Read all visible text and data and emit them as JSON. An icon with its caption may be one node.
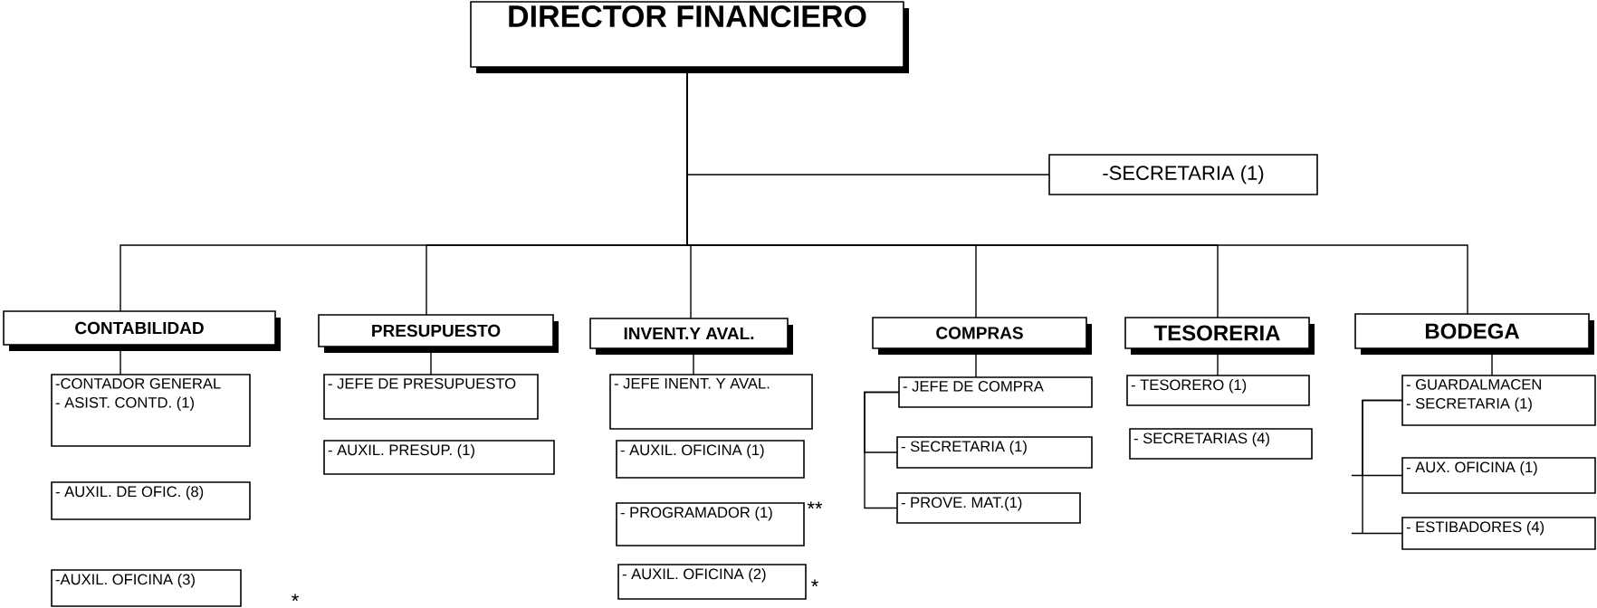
{
  "diagram": {
    "nodes": [
      {
        "text": [
          "DIRECTOR FINANCIERO"
        ]
      },
      {
        "text": [
          "-SECRETARIA (1)"
        ]
      },
      {
        "text": [
          "CONTABILIDAD"
        ]
      },
      {
        "text": [
          "PRESUPUESTO"
        ]
      },
      {
        "text": [
          "INVENT.Y AVAL."
        ]
      },
      {
        "text": [
          "COMPRAS"
        ]
      },
      {
        "text": [
          "TESORERIA"
        ]
      },
      {
        "text": [
          "BODEGA"
        ]
      },
      {
        "text": [
          "-CONTADOR GENERAL",
          "- ASIST. CONTD. (1)"
        ]
      },
      {
        "text": [
          "- AUXIL. DE OFIC. (8)"
        ]
      },
      {
        "text": [
          "-AUXIL. OFICINA (3)"
        ],
        "beside": [
          "*"
        ]
      },
      {
        "text": [
          "- JEFE DE PRESUPUESTO"
        ]
      },
      {
        "text": [
          "- AUXIL. PRESUP. (1)"
        ]
      },
      {
        "text": [
          "- JEFE INENT. Y AVAL."
        ]
      },
      {
        "text": [
          "- AUXIL. OFICINA (1)"
        ]
      },
      {
        "text": [
          "- PROGRAMADOR (1)"
        ],
        "beside": [
          "**"
        ]
      },
      {
        "text": [
          "- AUXIL. OFICINA (2)"
        ],
        "beside": [
          "*"
        ]
      },
      {
        "text": [
          "- JEFE DE COMPRA"
        ]
      },
      {
        "text": [
          "- SECRETARIA (1)"
        ]
      },
      {
        "text": [
          "- PROVE. MAT.(1)"
        ]
      },
      {
        "text": [
          "- TESORERO (1)"
        ]
      },
      {
        "text": [
          "- SECRETARIAS (4)"
        ]
      },
      {
        "text": [
          "- GUARDALMACEN",
          "- SECRETARIA (1)"
        ]
      },
      {
        "text": [
          "- AUX. OFICINA (1)"
        ]
      },
      {
        "text": [
          "- ESTIBADORES (4)"
        ]
      }
    ],
    "edges": [
      {
        "from": 0,
        "to": 1,
        "arrow": "none"
      },
      {
        "from": 0,
        "to": 2,
        "arrow": "none"
      },
      {
        "from": 0,
        "to": 3,
        "arrow": "none"
      },
      {
        "from": 0,
        "to": 4,
        "arrow": "none"
      },
      {
        "from": 0,
        "to": 5,
        "arrow": "none"
      },
      {
        "from": 0,
        "to": 6,
        "arrow": "none"
      },
      {
        "from": 0,
        "to": 7,
        "arrow": "none"
      },
      {
        "from": 2,
        "to": 8,
        "arrow": "none"
      },
      {
        "from": 3,
        "to": 11,
        "arrow": "none"
      },
      {
        "from": 4,
        "to": 13,
        "arrow": "none"
      },
      {
        "from": 5,
        "to": 17,
        "arrow": "none"
      },
      {
        "from": 6,
        "to": 20,
        "arrow": "none"
      },
      {
        "from": 7,
        "to": 22,
        "arrow": "none"
      },
      {
        "from": 17,
        "to": 18,
        "arrow": "none"
      },
      {
        "from": 17,
        "to": 19,
        "arrow": "none"
      },
      {
        "from": 22,
        "to": 23,
        "arrow": "none"
      },
      {
        "from": 22,
        "to": 24,
        "arrow": "none"
      }
    ]
  }
}
